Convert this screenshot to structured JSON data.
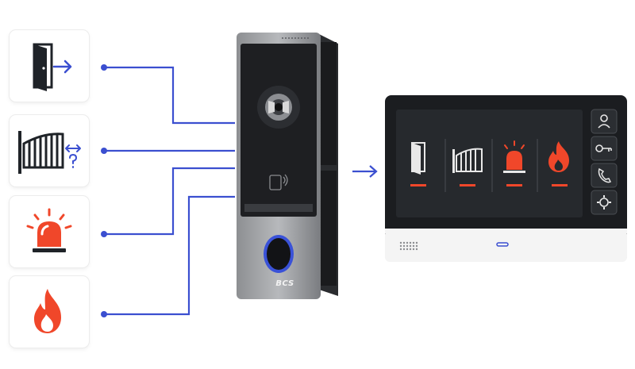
{
  "inputs": [
    {
      "id": "door",
      "icon": "door-exit-icon"
    },
    {
      "id": "gate",
      "icon": "gate-icon"
    },
    {
      "id": "alarm",
      "icon": "alarm-siren-icon"
    },
    {
      "id": "fire",
      "icon": "fire-icon"
    }
  ],
  "doorbell": {
    "brand": "BCS",
    "icons": [
      "camera-icon",
      "rfid-reader-icon",
      "call-button-icon"
    ]
  },
  "monitor": {
    "screen_icons": [
      "door-icon",
      "gate-icon",
      "alarm-siren-icon",
      "fire-icon"
    ],
    "side_buttons": [
      "user-icon",
      "key-icon",
      "phone-icon",
      "settings-gear-icon"
    ]
  },
  "colors": {
    "connector": "#3b4fd0",
    "alert": "#f0472a",
    "icon_dark": "#1f2328",
    "screen_bg": "#26292d",
    "monitor_frame": "#1b1d20"
  }
}
